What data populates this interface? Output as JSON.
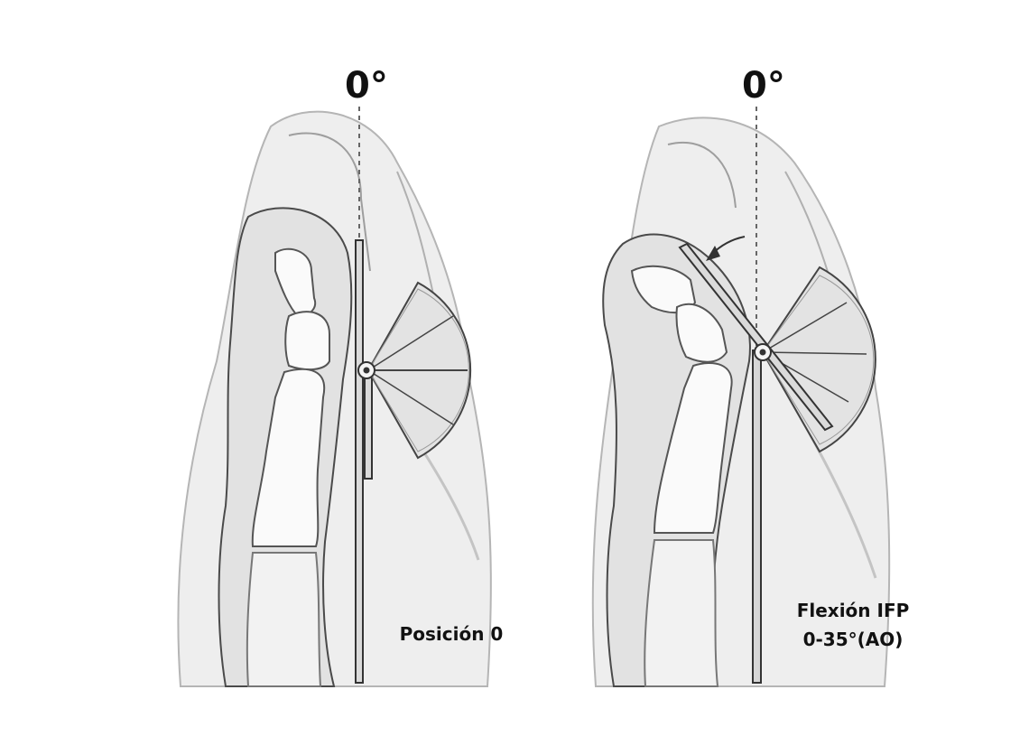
{
  "left_panel": {
    "angle_label": "0°",
    "caption": "Posición 0"
  },
  "right_panel": {
    "angle_label": "0°",
    "caption_line1": "Flexión IFP",
    "caption_line2": "0-35°(AO)"
  },
  "colors": {
    "ink": "#111111",
    "outline": "#4a4a4a",
    "skin_light": "#ececec",
    "skin_mid": "#d9d9d9",
    "bone": "#fafafa",
    "protractor_fill": "#e3e3e3"
  }
}
